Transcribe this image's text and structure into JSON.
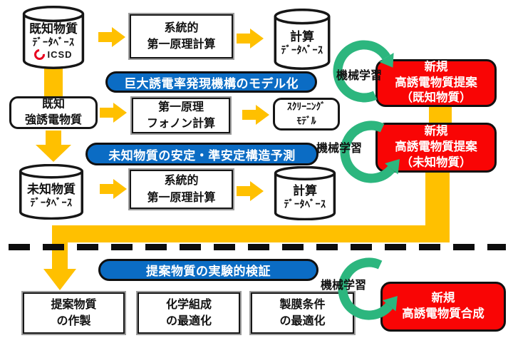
{
  "colors": {
    "arrow_yellow": "#FFC000",
    "banner_blue": "#0B6CC4",
    "result_red": "#F90505",
    "cycle_green": "#2CB67E",
    "divider_black": "#0d0d0d",
    "icsd_red": "#e8001f"
  },
  "nodes": {
    "db_known": {
      "line1": "既知物質",
      "line2": "ﾃﾞｰﾀﾍﾞｰｽ",
      "logo": "ICSD"
    },
    "calc_systematic_1": {
      "line1": "系統的",
      "line2": "第一原理計算"
    },
    "db_calc_1": {
      "line1": "計算",
      "line2": "ﾃﾞｰﾀﾍﾞｰｽ"
    },
    "proposal_known": {
      "line1": "新規",
      "line2": "高誘電物質提案",
      "line3": "（既知物質）"
    },
    "model_banner": {
      "text": "巨大誘電率発現機構のモデル化"
    },
    "known_ferro": {
      "line1": "既知",
      "line2": "強誘電物質"
    },
    "phonon": {
      "line1": "第一原理",
      "line2": "フォノン計算"
    },
    "screening": {
      "line1": "ｽｸﾘｰﾆﾝｸﾞ",
      "line2": "ﾓﾃﾞﾙ"
    },
    "proposal_unknown": {
      "line1": "新規",
      "line2": "高誘電物質提案",
      "line3": "（未知物質）"
    },
    "predict_banner": {
      "text": "未知物質の安定・準安定構造予測"
    },
    "db_unknown": {
      "line1": "未知物質",
      "line2": "ﾃﾞｰﾀﾍﾞｰｽ"
    },
    "calc_systematic_2": {
      "line1": "系統的",
      "line2": "第一原理計算"
    },
    "db_calc_2": {
      "line1": "計算",
      "line2": "ﾃﾞｰﾀﾍﾞｰｽ"
    },
    "verify_banner": {
      "text": "提案物質の実験的検証"
    },
    "fabricate": {
      "line1": "提案物質",
      "line2": "の作製"
    },
    "chem_opt": {
      "line1": "化学組成",
      "line2": "の最適化"
    },
    "film_opt": {
      "line1": "製膜条件",
      "line2": "の最適化"
    },
    "synthesis": {
      "line1": "新規",
      "line2": "高誘電物質合成"
    }
  },
  "ml": {
    "top": "機械学習",
    "middle": "機械学習",
    "bottom": "機械学習"
  }
}
